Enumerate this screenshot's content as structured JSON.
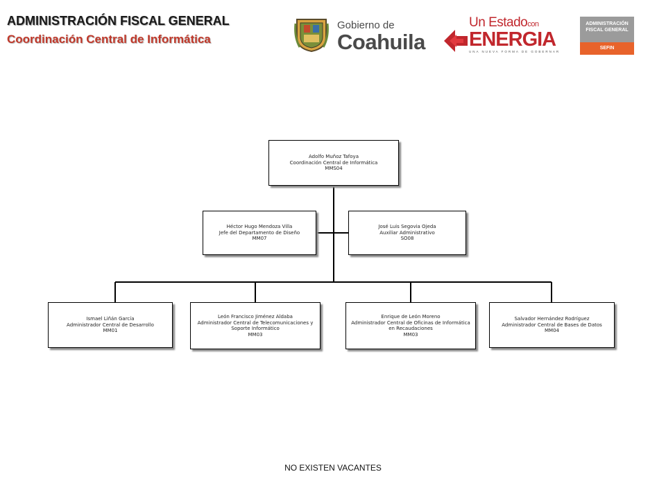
{
  "header": {
    "title": "ADMINISTRACIÓN FISCAL GENERAL",
    "subtitle": "Coordinación Central de Informática"
  },
  "logos": {
    "gobierno": {
      "small": "Gobierno de",
      "big": "Coahuila"
    },
    "energia": {
      "top": "Un Estado",
      "top_small": "con",
      "big": "ENERGIA",
      "tagline": "UNA NUEVA FORMA DE GOBERNAR"
    },
    "sefin": {
      "line1": "ADMINISTRACIÓN",
      "line2": "FISCAL GENERAL",
      "bottom": "SEFIN"
    },
    "colors": {
      "red": "#c1272d",
      "grey": "#4a4a4a",
      "orange": "#e8632b"
    }
  },
  "org": {
    "head": {
      "name": "Adolfo Muñoz Tafoya",
      "title": "Coordinación Central de Informática",
      "code": "MMS04"
    },
    "staff_left": {
      "name": "Héctor Hugo Mendoza Villa",
      "title": "Jefe del Departamento de Diseño",
      "code": "MM07"
    },
    "staff_right": {
      "name": "José Luis Segovia Ojeda",
      "title": "Auxiliar Administrativo",
      "code": "SO08"
    },
    "subordinates": [
      {
        "name": "Ismael Liñán García",
        "title": "Administrador Central de Desarrollo",
        "code": "MM01"
      },
      {
        "name": "León Francisco Jiménez Aldaba",
        "title": "Administrador Central de Telecomunicaciones y Soporte Informático",
        "code": "MM03"
      },
      {
        "name": "Enrique de León Moreno",
        "title": "Administrador Central de Oficinas de Informática en Recaudaciones",
        "code": "MM03"
      },
      {
        "name": "Salvador Hernández Rodríguez",
        "title": "Administrador Central de Bases de Datos",
        "code": "MM04"
      }
    ]
  },
  "footer": "NO EXISTEN VACANTES"
}
